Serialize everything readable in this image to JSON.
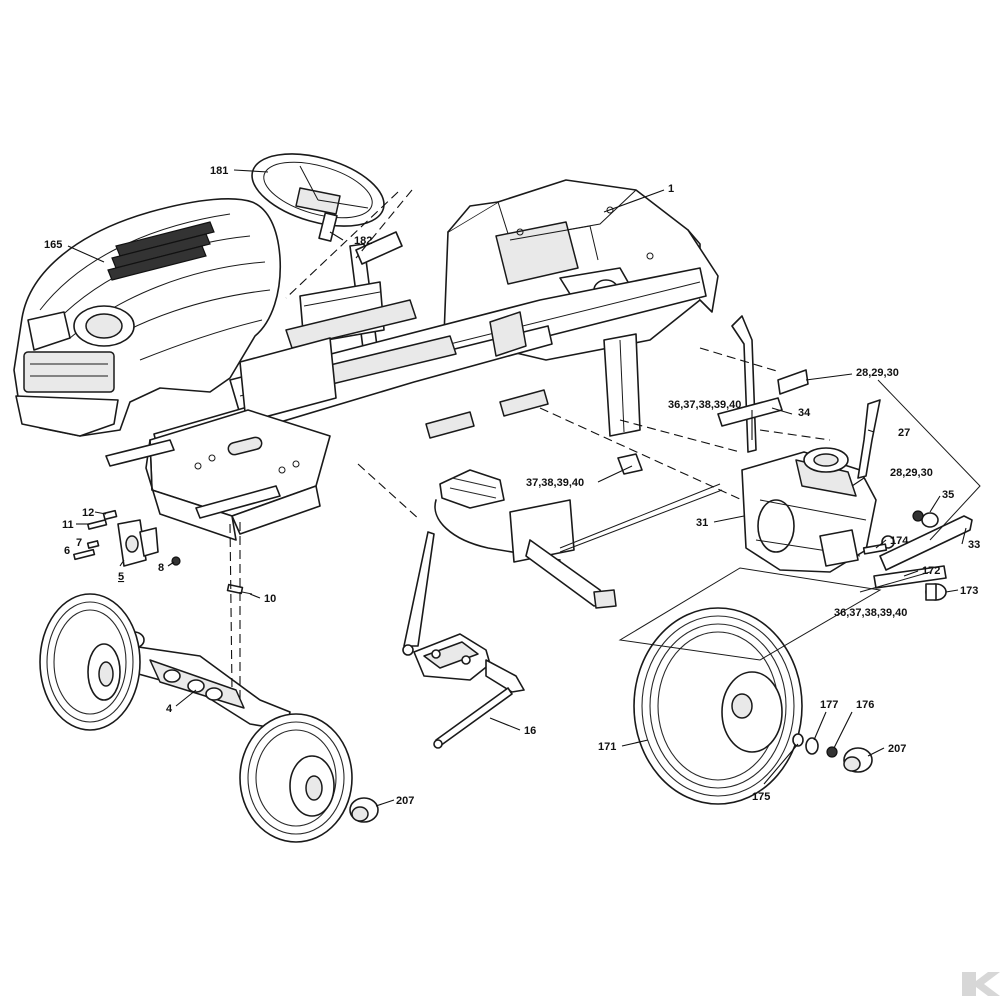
{
  "labels": {
    "l1": "1",
    "l181": "181",
    "l182": "182",
    "l165": "165",
    "l28a": "28,29,30",
    "l28b": "28,29,30",
    "l36a": "36,37,38,39,40",
    "l36b": "36,37,38,39,40",
    "l37": "37,38,39,40",
    "l34": "34",
    "l27": "27",
    "l35": "35",
    "l31": "31",
    "l174": "174",
    "l33": "33",
    "l172": "172",
    "l173": "173",
    "l12": "12",
    "l11": "11",
    "l7": "7",
    "l6": "6",
    "l5": "5",
    "l8": "8",
    "l10": "10",
    "l4": "4",
    "l16": "16",
    "l171": "171",
    "l177": "177",
    "l176": "176",
    "l207a": "207",
    "l207b": "207",
    "l175": "175"
  },
  "colors": {
    "line": "#1a1a1a",
    "background": "#ffffff",
    "logo": "#d7d7d7"
  },
  "logo_icon": "k-brand-logo-icon"
}
